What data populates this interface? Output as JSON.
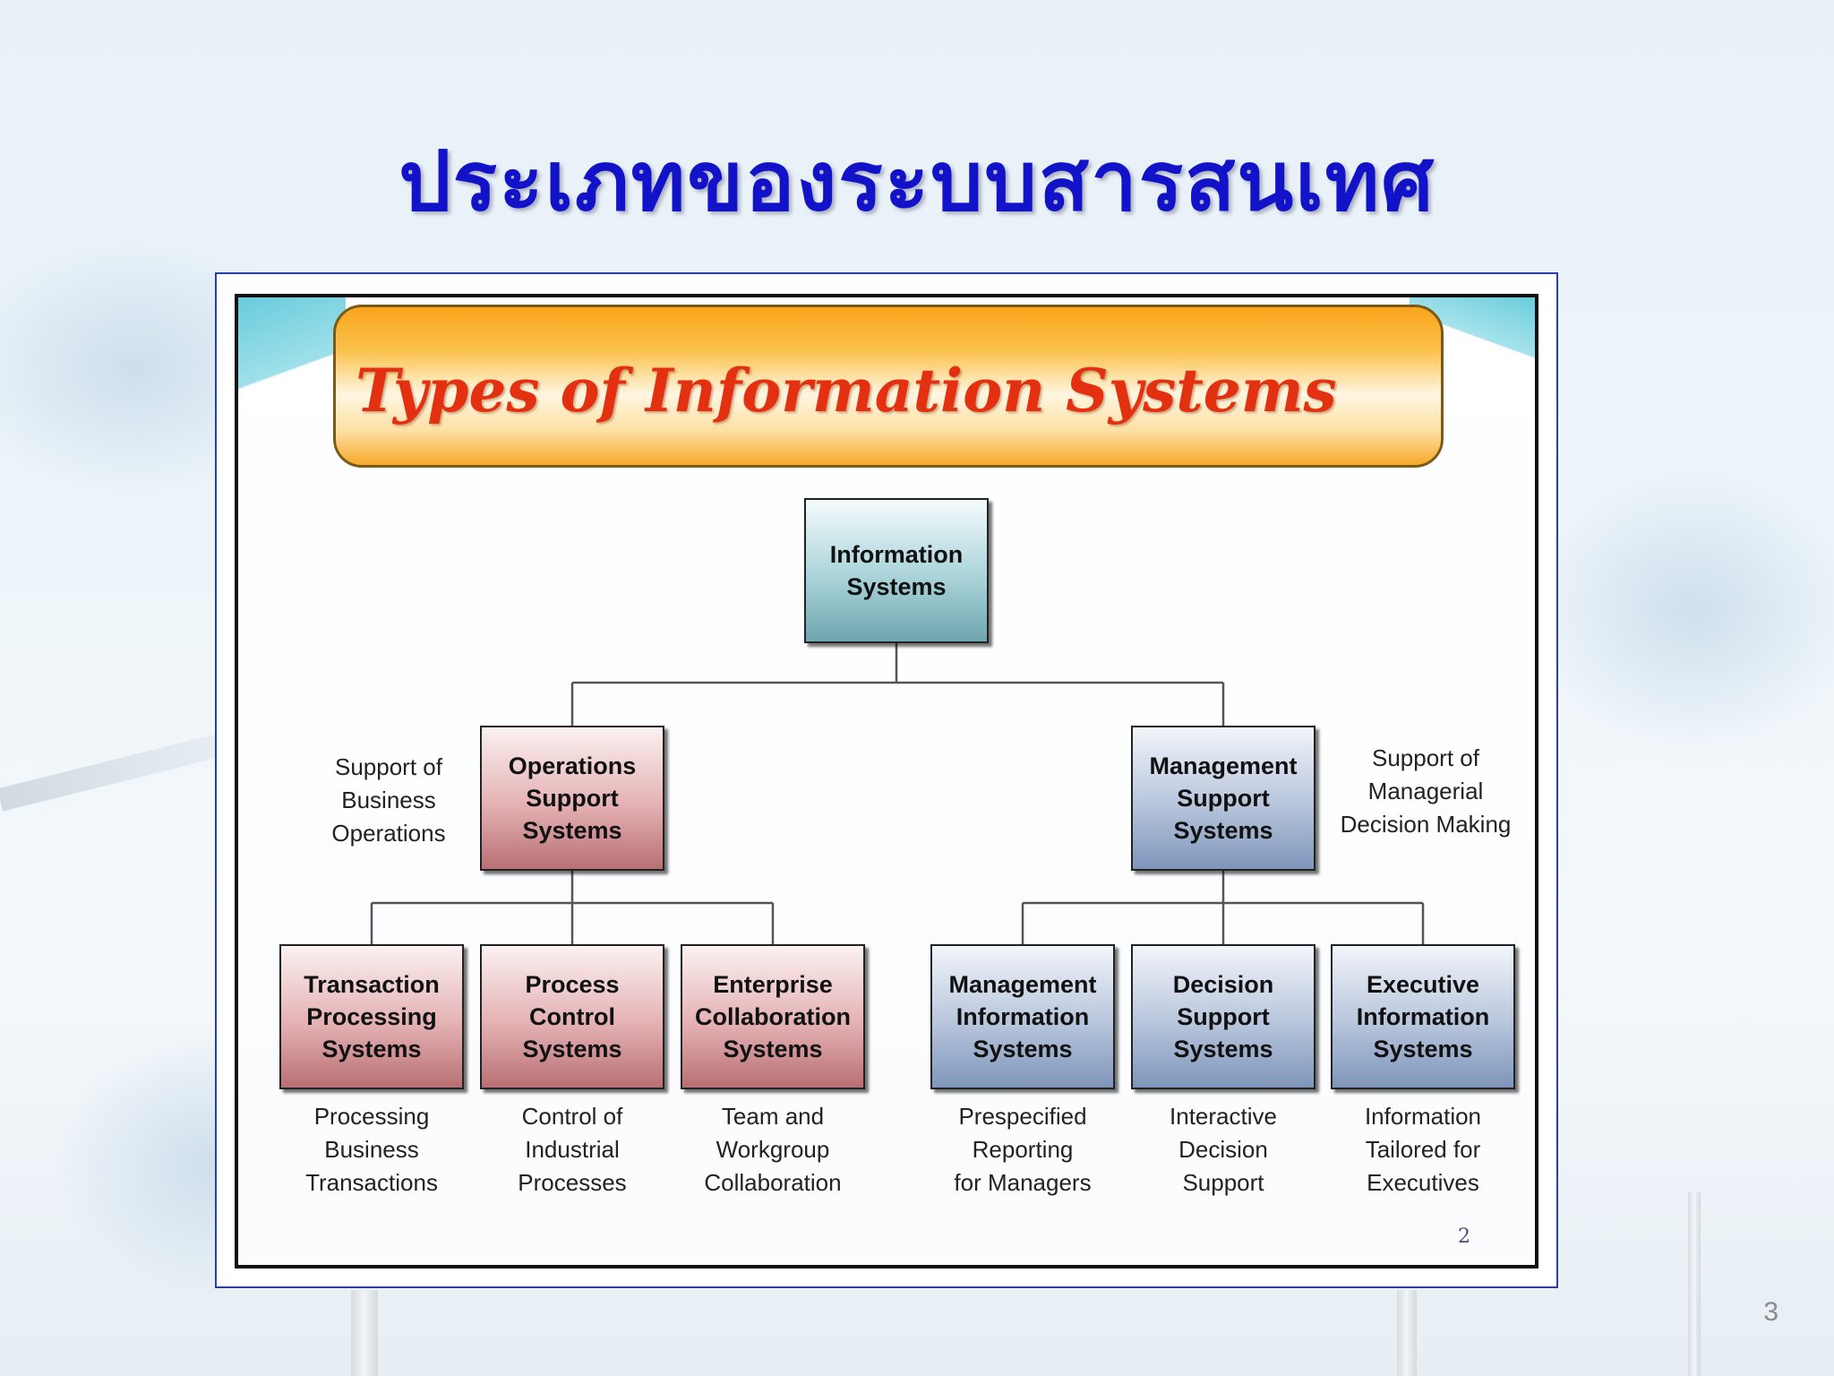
{
  "slide": {
    "title": "ประเภทของระบบสารสนเทศ",
    "number": "3"
  },
  "figure": {
    "banner_title": "Types of Information Systems",
    "page_number": "2",
    "nodes": {
      "root": "Information\nSystems",
      "operations": "Operations\nSupport\nSystems",
      "management": "Management\nSupport\nSystems",
      "tps": "Transaction\nProcessing\nSystems",
      "pcs": "Process\nControl\nSystems",
      "ecs": "Enterprise\nCollaboration\nSystems",
      "mis": "Management\nInformation\nSystems",
      "dss": "Decision\nSupport\nSystems",
      "eis": "Executive\nInformation\nSystems"
    },
    "descriptions": {
      "operations": "Support of\nBusiness\nOperations",
      "management": "Support of\nManagerial\nDecision Making",
      "tps": "Processing\nBusiness\nTransactions",
      "pcs": "Control of\nIndustrial\nProcesses",
      "ecs": "Team and\nWorkgroup\nCollaboration",
      "mis": "Prespecified\nReporting\nfor Managers",
      "dss": "Interactive\nDecision\nSupport",
      "eis": "Information\nTailored for\nExecutives"
    },
    "colors": {
      "title": "#1212c8",
      "banner_text": "#e23010",
      "operations_family": "#d99a9d",
      "management_family": "#a3b5d2",
      "root": "#8fc0c8"
    }
  }
}
